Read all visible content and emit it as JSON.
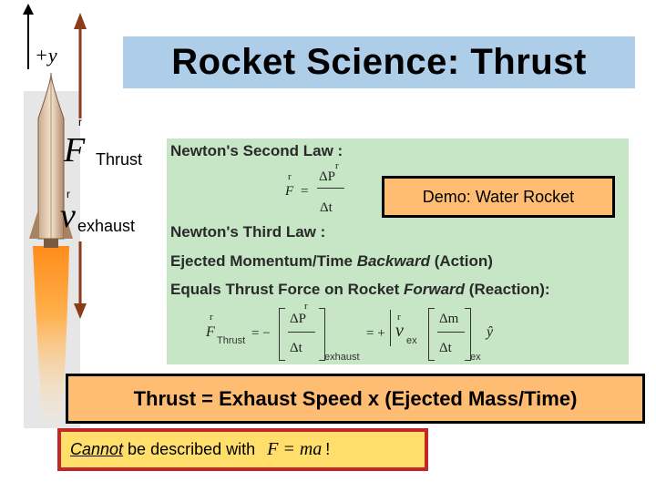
{
  "axis": {
    "label": "+y"
  },
  "title": "Rocket Science:  Thrust",
  "labels": {
    "f_symbol": "F",
    "f_sub": "Thrust",
    "v_symbol": "v",
    "v_sub": "exhaust",
    "vector_mark": "r"
  },
  "panel": {
    "newton_second_title": "Newton's Second Law :",
    "second_law": {
      "lhs": "F",
      "eq": "=",
      "numerator": "ΔP",
      "denominator": "Δt"
    },
    "newton_third_title": "Newton's Third Law :",
    "ejected_prefix": "Ejected Momentum/Time ",
    "ejected_emph": "Backward",
    "ejected_suffix": " (Action)",
    "equals_prefix": "Equals Thrust Force on Rocket ",
    "equals_emph": "Forward",
    "equals_suffix": " (Reaction):",
    "thrust_eq": {
      "lhs": "F",
      "lhs_sub": "Thrust",
      "eq": "= −",
      "numerator": "ΔP",
      "denominator": "Δt",
      "bracket_sub": "exhaust",
      "eq2": "= +",
      "v": "v",
      "v_sub": "ex",
      "numerator2": "Δm",
      "denominator2": "Δt",
      "bracket_sub2": "ex",
      "unit_vector": "ŷ"
    }
  },
  "demo": "Demo:  Water Rocket",
  "summary": "Thrust = Exhaust Speed x (Ejected Mass/Time)",
  "cannot": {
    "emph": "Cannot",
    "text": " be described with ",
    "formula": "F = ma",
    "end": "!"
  },
  "colors": {
    "title_bg": "#aecde8",
    "panel_bg": "#c6e6c6",
    "orange_box": "#ffbd73",
    "yellow_box": "#ffde6b",
    "red_border": "#c0282a",
    "arrow": "#8b3a1a"
  }
}
